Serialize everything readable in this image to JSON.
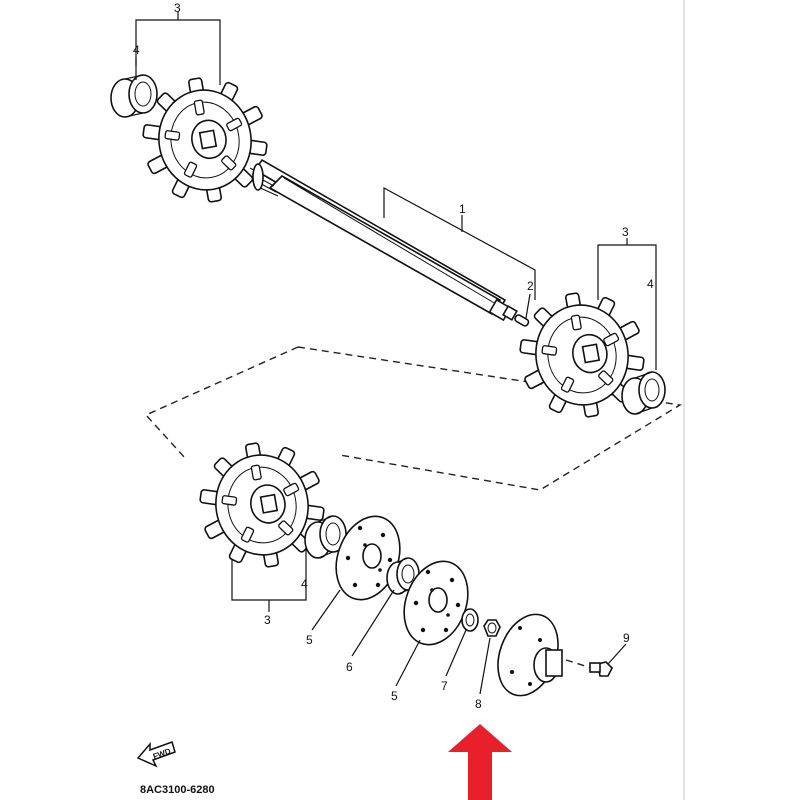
{
  "diagram": {
    "part_code": "8AC3100-6280",
    "fwd_label": "FWD",
    "callouts": {
      "c1": "1",
      "c2": "2",
      "c3_top": "3",
      "c4_top": "4",
      "c3_right": "3",
      "c4_right": "4",
      "c3_bottom": "3",
      "c4_bottom": "4",
      "c5_a": "5",
      "c5_b": "5",
      "c6": "6",
      "c7": "7",
      "c8": "8",
      "c9": "9"
    },
    "highlight_color": "#e8202a"
  }
}
